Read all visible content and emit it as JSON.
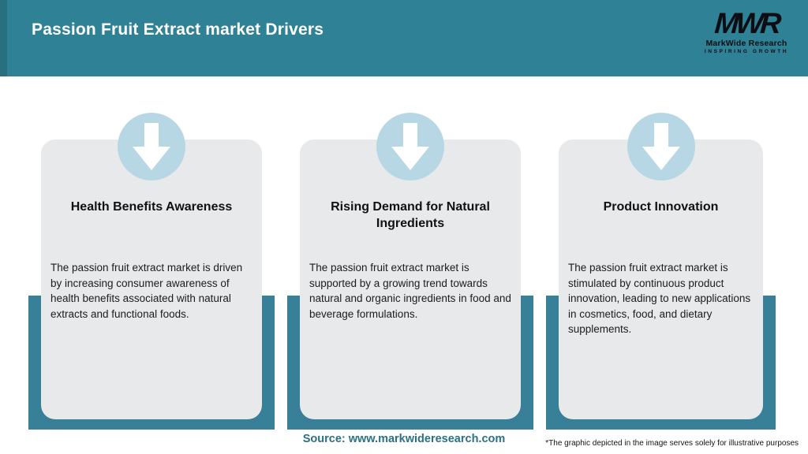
{
  "header": {
    "title": "Passion Fruit Extract market Drivers",
    "logo": {
      "acronym": "MWR",
      "name": "MarkWide Research",
      "tagline": "INSPIRING GROWTH"
    }
  },
  "cards": [
    {
      "icon": "arrow-down-icon",
      "title": "Health Benefits Awareness",
      "description": "The passion fruit extract market is driven by increasing consumer awareness of health benefits associated with natural extracts and functional foods."
    },
    {
      "icon": "arrow-down-icon",
      "title": "Rising Demand for Natural Ingredients",
      "description": "The passion fruit extract market is supported by a growing trend towards natural and organic ingredients in food and beverage formulations."
    },
    {
      "icon": "arrow-down-icon",
      "title": "Product Innovation",
      "description": "The passion fruit extract market is stimulated by continuous product innovation, leading to new applications in cosmetics, food, and dietary supplements."
    }
  ],
  "footer": {
    "source": "Source: www.markwideresearch.com",
    "disclaimer": "*The graphic depicted in the image serves solely for illustrative purposes"
  },
  "colors": {
    "header_bg": "#2f8296",
    "panel_teal": "#387f98",
    "card_bg": "#e7e9ea",
    "circle_blue": "#b7d7e4",
    "title_text": "#ffffff",
    "source_text": "#2a7183",
    "logo_text": "#0d0d14"
  }
}
